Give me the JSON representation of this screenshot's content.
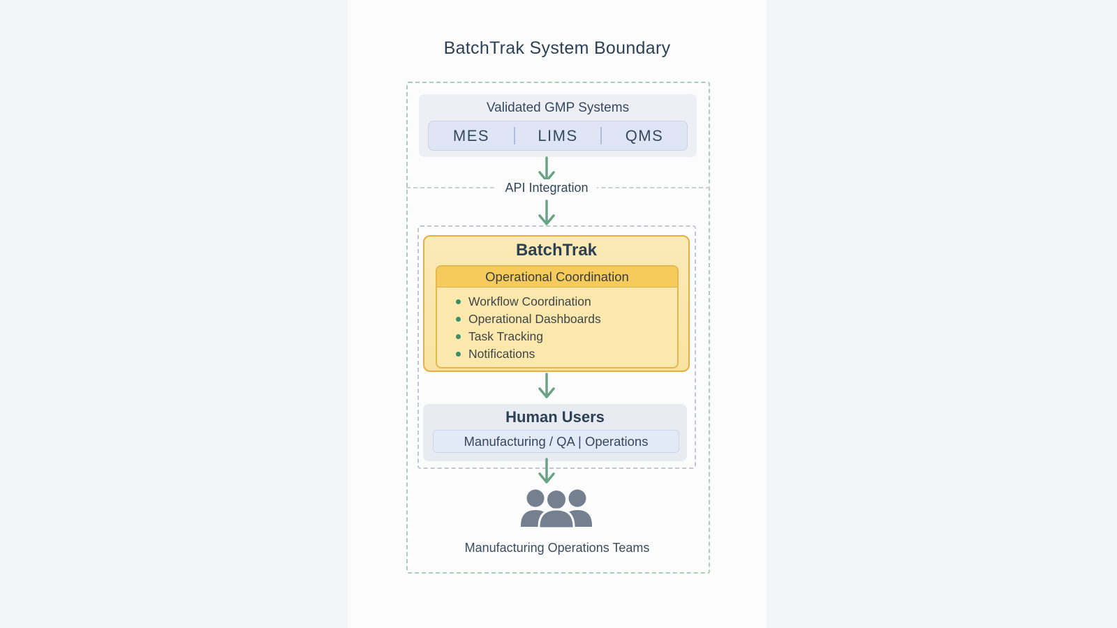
{
  "title": "BatchTrak System Boundary",
  "colors": {
    "outer_margin_bg": "#f4f5f7",
    "canvas_bg": "#fcfcfd",
    "boundary_dash_teal": "#a7ceba",
    "inner_dash_gray": "#c0c6d0",
    "arrow_green": "#68a383",
    "bullet_green": "#3c8e66",
    "navy_text": "#2c4156",
    "gmp_box_bg": "#edeff5",
    "gmp_pill_bg": "#dfe5f4",
    "batchtrak_bg": "#fae7ab",
    "batchtrak_border": "#e9ae3e",
    "coordination_band_bg": "#f6cb5c",
    "human_box_bg": "#e9ebf2",
    "human_pill_bg": "#e2e9f7",
    "people_icon_gray": "#74808f"
  },
  "gmp": {
    "title": "Validated GMP Systems",
    "systems": [
      "MES",
      "LIMS",
      "QMS"
    ]
  },
  "api_integration": {
    "label": "API Integration"
  },
  "batchtrak": {
    "title": "BatchTrak",
    "subsystem_title": "Operational Coordination",
    "features": [
      "Workflow Coordination",
      "Operational Dashboards",
      "Task Tracking",
      "Notifications"
    ]
  },
  "human_users": {
    "title": "Human Users",
    "roles": "Manufacturing / QA | Operations"
  },
  "teams": {
    "label": "Manufacturing Operations Teams"
  }
}
